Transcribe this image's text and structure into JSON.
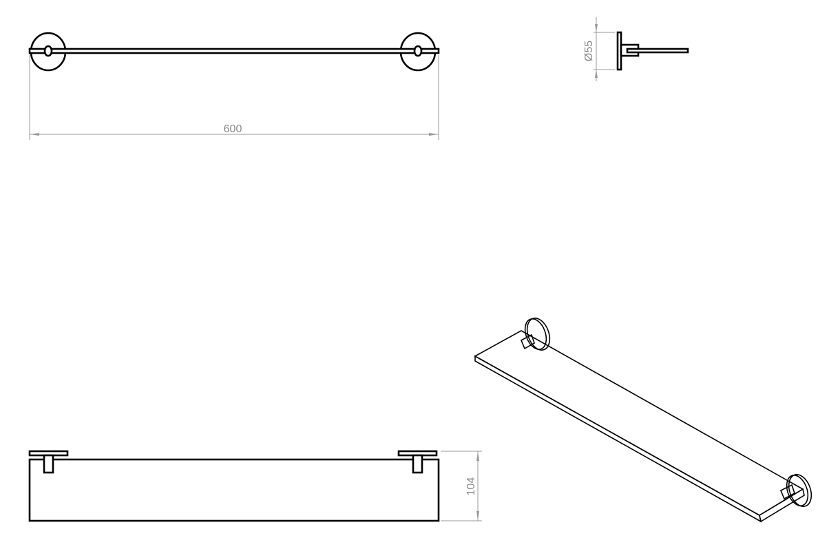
{
  "drawing": {
    "views": [
      "front",
      "side",
      "top",
      "isometric"
    ],
    "dimensions": {
      "length": "600",
      "diameter": "Ø55",
      "depth": "104"
    },
    "units": "mm"
  }
}
